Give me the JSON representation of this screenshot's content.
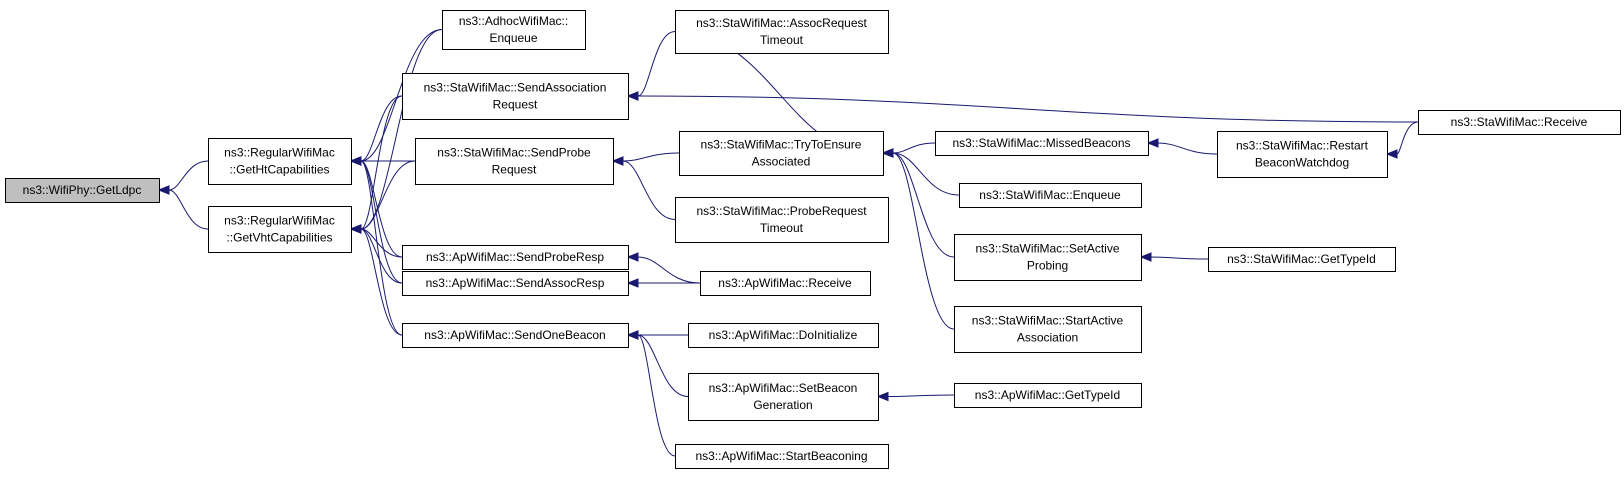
{
  "colors": {
    "edge": "#191970",
    "root_fill": "#bfbfbf",
    "node_fill": "#ffffff",
    "border": "#000000"
  },
  "nodes": {
    "getldpc": [
      "ns3::WifiPhy::GetLdpc"
    ],
    "getht": [
      "ns3::RegularWifiMac",
      "::GetHtCapabilities"
    ],
    "getvht": [
      "ns3::RegularWifiMac",
      "::GetVhtCapabilities"
    ],
    "adhoc_enqueue": [
      "ns3::AdhocWifiMac::",
      "Enqueue"
    ],
    "sta_sendassoc": [
      "ns3::StaWifiMac::SendAssociation",
      "Request"
    ],
    "sta_sendprobe": [
      "ns3::StaWifiMac::SendProbe",
      "Request"
    ],
    "ap_sendproberesp": [
      "ns3::ApWifiMac::SendProbeResp"
    ],
    "ap_sendassocresp": [
      "ns3::ApWifiMac::SendAssocResp"
    ],
    "ap_sendonebeacon": [
      "ns3::ApWifiMac::SendOneBeacon"
    ],
    "sta_assocreqtimeout": [
      "ns3::StaWifiMac::AssocRequest",
      "Timeout"
    ],
    "sta_trytoensure": [
      "ns3::StaWifiMac::TryToEnsure",
      "Associated"
    ],
    "sta_probereqtimeout": [
      "ns3::StaWifiMac::ProbeRequest",
      "Timeout"
    ],
    "ap_receive": [
      "ns3::ApWifiMac::Receive"
    ],
    "ap_doinitialize": [
      "ns3::ApWifiMac::DoInitialize"
    ],
    "ap_setbeacongen": [
      "ns3::ApWifiMac::SetBeacon",
      "Generation"
    ],
    "ap_startbeaconing": [
      "ns3::ApWifiMac::StartBeaconing"
    ],
    "sta_missedbeacons": [
      "ns3::StaWifiMac::MissedBeacons"
    ],
    "sta_enqueue": [
      "ns3::StaWifiMac::Enqueue"
    ],
    "sta_setactiveprobing": [
      "ns3::StaWifiMac::SetActive",
      "Probing"
    ],
    "sta_startactiveassoc": [
      "ns3::StaWifiMac::StartActive",
      "Association"
    ],
    "ap_gettypeid": [
      "ns3::ApWifiMac::GetTypeId"
    ],
    "sta_restartbeacon": [
      "ns3::StaWifiMac::Restart",
      "BeaconWatchdog"
    ],
    "sta_gettypeid": [
      "ns3::StaWifiMac::GetTypeId"
    ],
    "sta_receive": [
      "ns3::StaWifiMac::Receive"
    ]
  },
  "edges": [
    {
      "from": "getht",
      "to": "getldpc"
    },
    {
      "from": "getvht",
      "to": "getldpc"
    },
    {
      "from": "adhoc_enqueue",
      "to": "getht"
    },
    {
      "from": "sta_sendassoc",
      "to": "getht"
    },
    {
      "from": "sta_sendprobe",
      "to": "getht"
    },
    {
      "from": "ap_sendproberesp",
      "to": "getht"
    },
    {
      "from": "ap_sendassocresp",
      "to": "getht"
    },
    {
      "from": "ap_sendonebeacon",
      "to": "getht"
    },
    {
      "from": "adhoc_enqueue",
      "to": "getvht"
    },
    {
      "from": "sta_sendassoc",
      "to": "getvht"
    },
    {
      "from": "sta_sendprobe",
      "to": "getvht"
    },
    {
      "from": "ap_sendproberesp",
      "to": "getvht"
    },
    {
      "from": "ap_sendassocresp",
      "to": "getvht"
    },
    {
      "from": "ap_sendonebeacon",
      "to": "getvht"
    },
    {
      "from": "sta_assocreqtimeout",
      "to": "sta_sendassoc"
    },
    {
      "from": "sta_receive",
      "to": "sta_sendassoc"
    },
    {
      "from": "sta_trytoensure",
      "to": "sta_sendprobe"
    },
    {
      "from": "sta_probereqtimeout",
      "to": "sta_sendprobe"
    },
    {
      "from": "ap_receive",
      "to": "ap_sendproberesp"
    },
    {
      "from": "ap_receive",
      "to": "ap_sendassocresp"
    },
    {
      "from": "ap_doinitialize",
      "to": "ap_sendonebeacon"
    },
    {
      "from": "ap_setbeacongen",
      "to": "ap_sendonebeacon"
    },
    {
      "from": "ap_startbeaconing",
      "to": "ap_sendonebeacon"
    },
    {
      "from": "sta_missedbeacons",
      "to": "sta_trytoensure"
    },
    {
      "from": "sta_enqueue",
      "to": "sta_trytoensure"
    },
    {
      "from": "sta_setactiveprobing",
      "to": "sta_trytoensure"
    },
    {
      "from": "sta_startactiveassoc",
      "to": "sta_trytoensure"
    },
    {
      "from": "sta_restartbeacon",
      "to": "sta_missedbeacons"
    },
    {
      "from": "sta_receive",
      "to": "sta_restartbeacon"
    },
    {
      "from": "sta_gettypeid",
      "to": "sta_setactiveprobing"
    },
    {
      "from": "ap_gettypeid",
      "to": "ap_setbeacongen"
    },
    {
      "from": "sta_assocreqtimeout",
      "to": "sta_trytoensure"
    }
  ]
}
